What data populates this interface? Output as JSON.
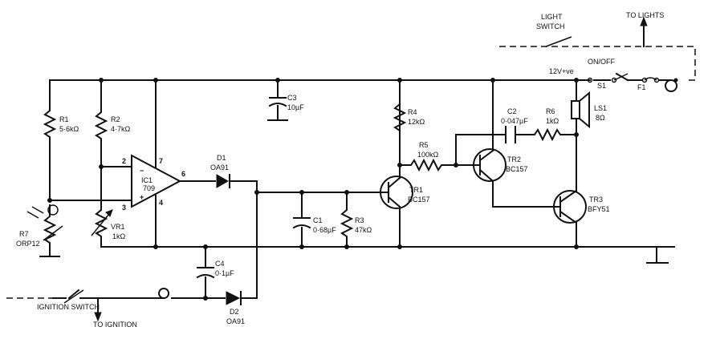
{
  "labels": {
    "light_switch_1": "LIGHT",
    "light_switch_2": "SWITCH",
    "to_lights": "TO LIGHTS",
    "on_off": "ON/OFF",
    "supply": "12V+ve",
    "s1": "S1",
    "f1": "F1",
    "ls1": "LS1",
    "ls1_value": "8Ω",
    "r1": "R1",
    "r1_value": "5·6kΩ",
    "r2": "R2",
    "r2_value": "4·7kΩ",
    "ic1": "IC1",
    "ic1_type": "709",
    "pin2": "2",
    "pin3": "3",
    "pin4": "4",
    "pin6": "6",
    "pin7": "7",
    "d1": "D1",
    "d1_type": "OA91",
    "c3": "C3",
    "c3_value": "10µF",
    "r4": "R4",
    "r4_value": "12kΩ",
    "r5": "R5",
    "r5_value": "100kΩ",
    "c2": "C2",
    "c2_value": "0·047µF",
    "r6": "R6",
    "r6_value": "1kΩ",
    "tr2": "TR2",
    "tr2_type": "BC157",
    "tr1": "TR1",
    "tr1_type": "BC157",
    "tr3": "TR3",
    "tr3_type": "BFY51",
    "c1": "C1",
    "c1_value": "0·68µF",
    "r3": "R3",
    "r3_value": "47kΩ",
    "vr1": "VR1",
    "vr1_value": "1kΩ",
    "r7": "R7",
    "r7_type": "ORP12",
    "c4": "C4",
    "c4_value": "0·1µF",
    "d2": "D2",
    "d2_type": "OA91",
    "ignition_switch": "IGNITION SWITCH",
    "to_ignition": "TO IGNITION"
  }
}
